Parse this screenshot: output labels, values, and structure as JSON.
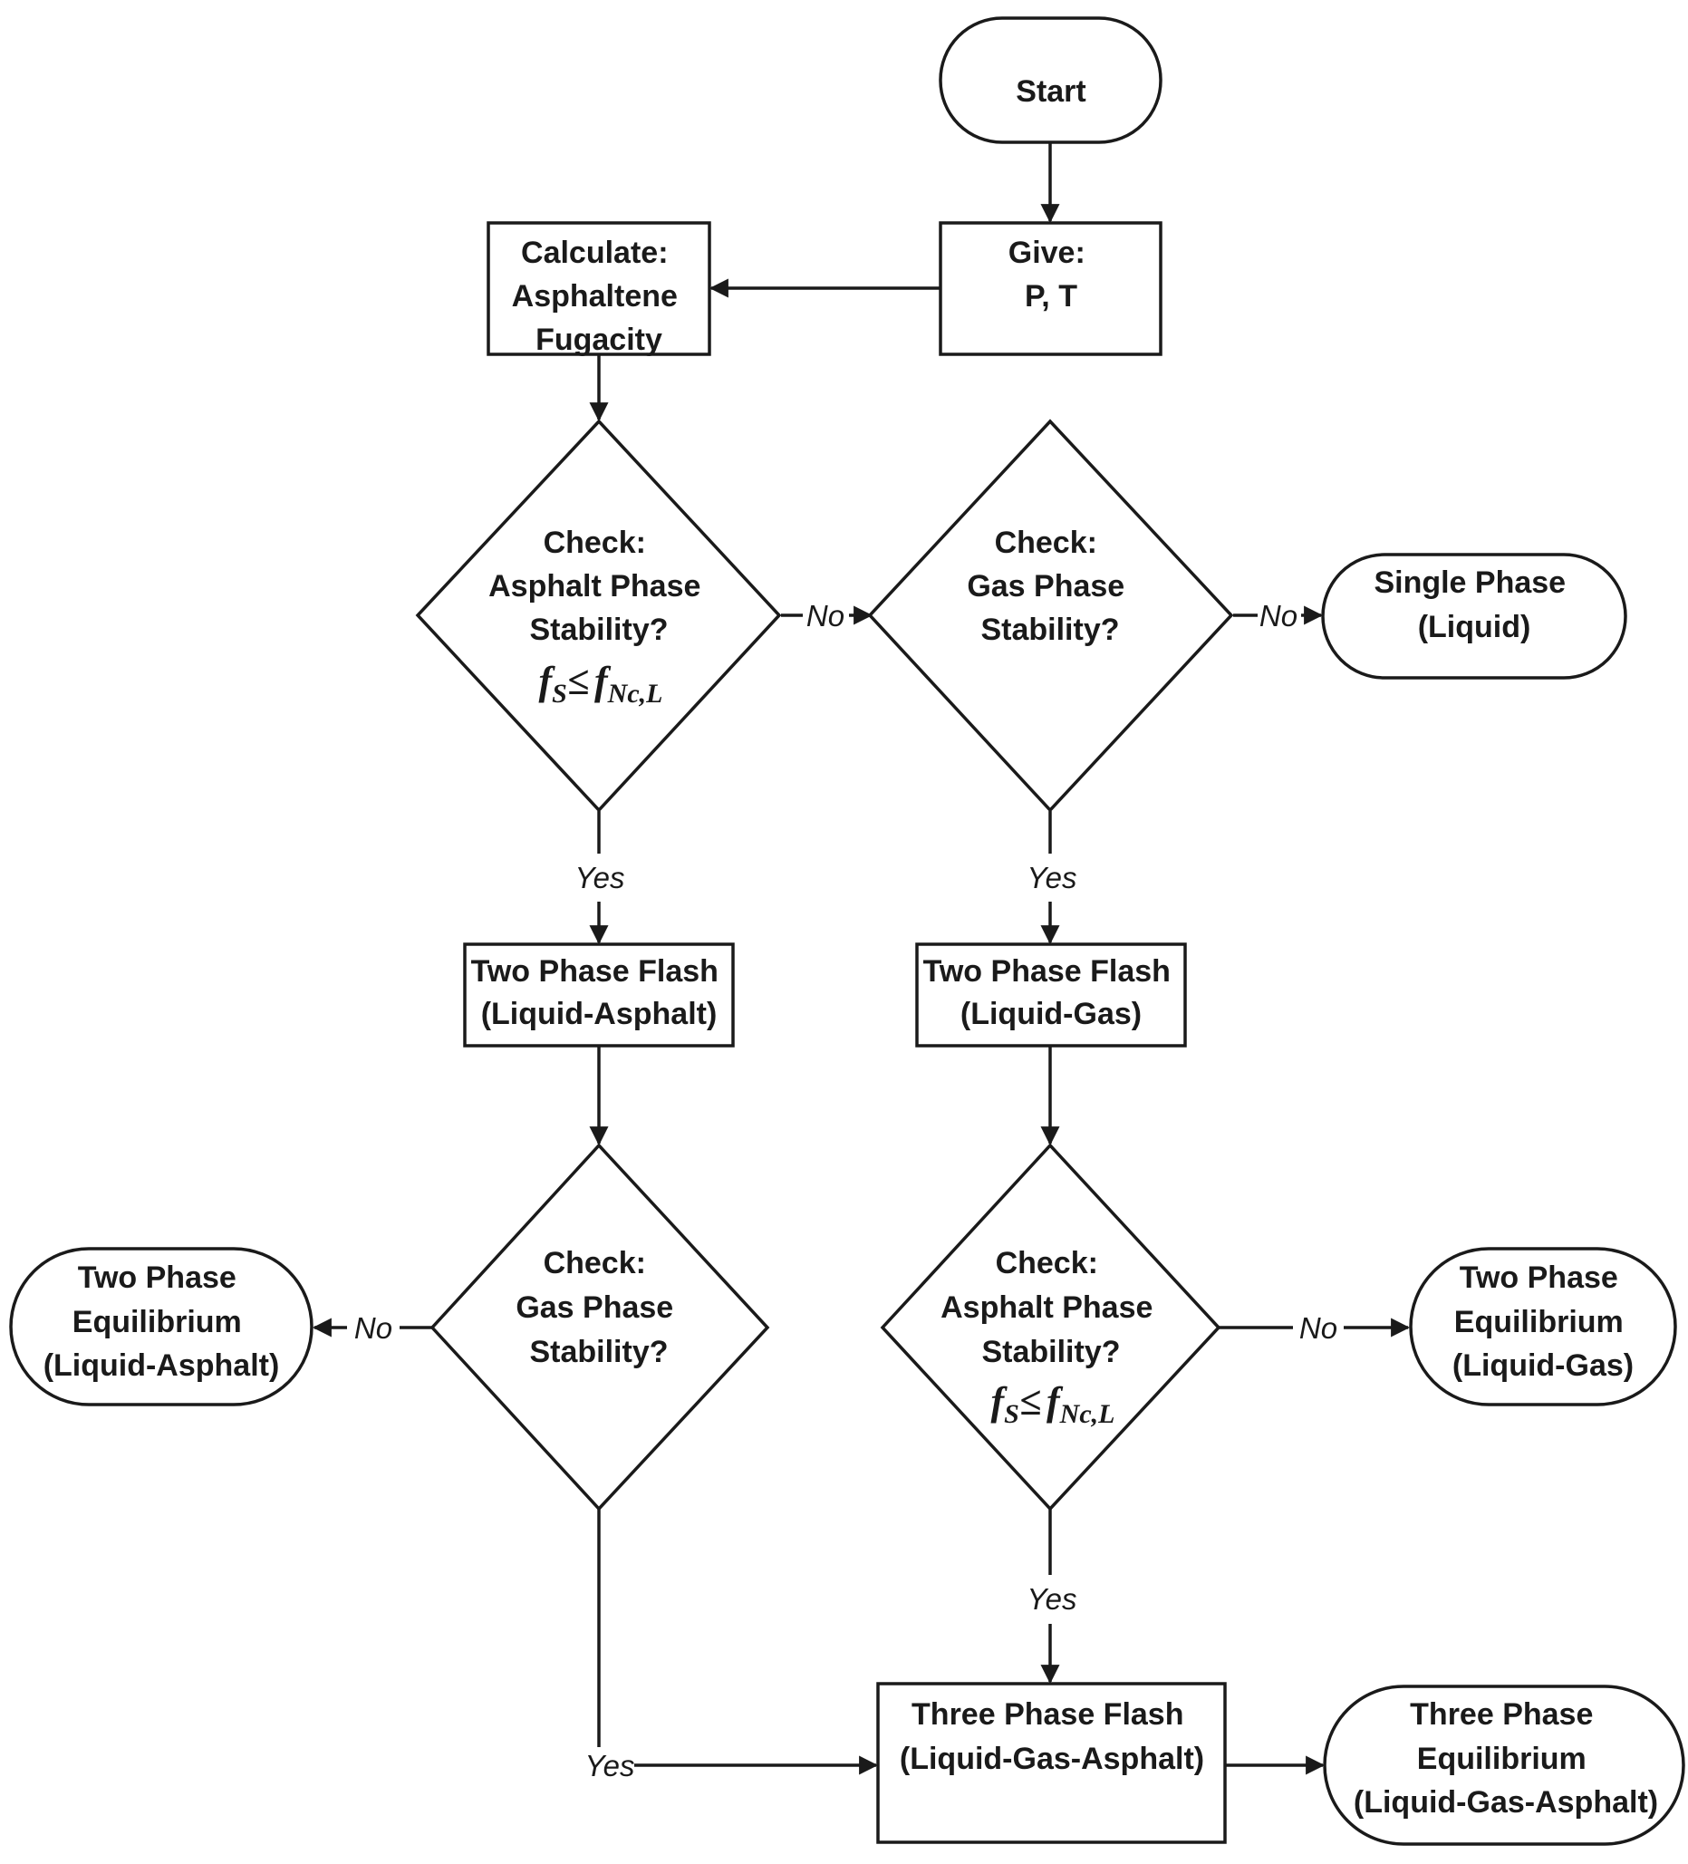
{
  "nodes": {
    "start": {
      "lines": [
        "Start"
      ]
    },
    "give": {
      "lines": [
        "Give:",
        "P, T"
      ]
    },
    "calculate": {
      "lines": [
        "Calculate:",
        "Asphaltene",
        "Fugacity"
      ]
    },
    "check_asphalt_1": {
      "lines": [
        "Check:",
        "Asphalt Phase",
        "Stability?"
      ],
      "formula": {
        "f": "f",
        "s": "S",
        "le": "≤",
        "rhs_f": "f",
        "rhs_sub": "Nc,L"
      }
    },
    "check_gas_1": {
      "lines": [
        "Check:",
        "Gas Phase",
        "Stability?"
      ]
    },
    "single_phase": {
      "lines": [
        "Single  Phase",
        "(Liquid)"
      ]
    },
    "flash_la": {
      "lines": [
        "Two Phase Flash",
        "(Liquid-Asphalt)"
      ]
    },
    "flash_lg": {
      "lines": [
        "Two Phase Flash",
        "(Liquid-Gas)"
      ]
    },
    "check_gas_2": {
      "lines": [
        "Check:",
        "Gas Phase",
        "Stability?"
      ]
    },
    "check_asphalt_2": {
      "lines": [
        "Check:",
        "Asphalt Phase",
        "Stability?"
      ],
      "formula": {
        "f": "f",
        "s": "S",
        "le": "≤",
        "rhs_f": "f",
        "rhs_sub": "Nc,L"
      }
    },
    "eq_la": {
      "lines": [
        "Two  Phase",
        "Equilibrium",
        "(Liquid-Asphalt)"
      ]
    },
    "eq_lg": {
      "lines": [
        "Two  Phase",
        "Equilibrium",
        "(Liquid-Gas)"
      ]
    },
    "flash_lga": {
      "lines": [
        "Three Phase Flash",
        "(Liquid-Gas-Asphalt)"
      ]
    },
    "eq_lga": {
      "lines": [
        "Three  Phase",
        "Equilibrium",
        "(Liquid-Gas-Asphalt)"
      ]
    }
  },
  "edge_labels": {
    "asphalt1_no": "No",
    "gas1_no": "No",
    "asphalt1_yes": "Yes",
    "gas1_yes": "Yes",
    "gas2_no": "No",
    "asphalt2_no": "No",
    "asphalt2_yes": "Yes",
    "gas2_yes": "Yes"
  }
}
